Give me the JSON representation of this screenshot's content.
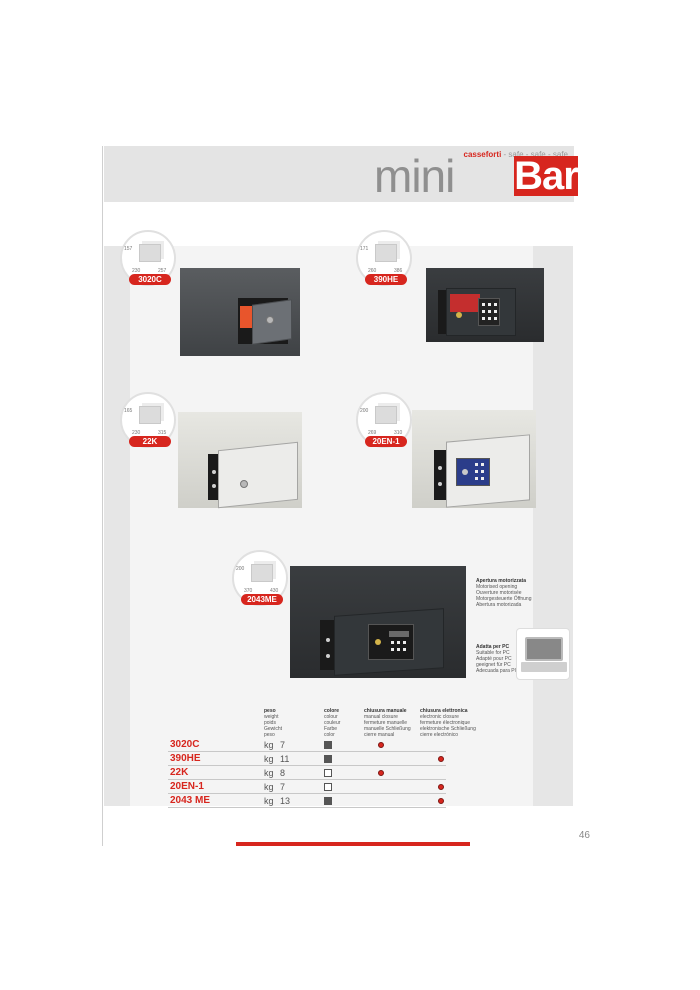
{
  "header": {
    "subtitle_highlight": "casseforti",
    "subtitle_rest": " - safe - safe - safe",
    "brand_light": "mini",
    "brand_bold": "Bar"
  },
  "products": [
    {
      "label": "3020C",
      "h": "157",
      "w1": "230",
      "w2": "257"
    },
    {
      "label": "390HE",
      "h": "171",
      "w1": "260",
      "w2": "386"
    },
    {
      "label": "22K",
      "h": "165",
      "w1": "230",
      "w2": "315"
    },
    {
      "label": "20EN-1",
      "h": "200",
      "w1": "269",
      "w2": "310"
    },
    {
      "label": "2043ME",
      "h": "200",
      "w1": "370",
      "w2": "430"
    }
  ],
  "notes": {
    "motor": {
      "title": "Apertura motorizzata",
      "lines": [
        "Motorised opening",
        "Ouverture motorisée",
        "Motorgesteuerte Öffnung",
        "Abertura motorizada"
      ]
    },
    "pc": {
      "title": "Adatta per PC",
      "lines": [
        "Suitable for PC",
        "Adapté pour PC",
        "geeignet für PC",
        "Adecuada para PC"
      ]
    }
  },
  "table": {
    "headers": {
      "weight": {
        "title": "peso",
        "lines": [
          "weight",
          "poids",
          "Gewicht",
          "peso"
        ]
      },
      "color": {
        "title": "colore",
        "lines": [
          "colour",
          "couleur",
          "Farbe",
          "color"
        ]
      },
      "manual": {
        "title": "chiusura manuale",
        "lines": [
          "manual closure",
          "fermeture manuelle",
          "manuelle Schließung",
          "cierre manual"
        ]
      },
      "electronic": {
        "title": "chiusura elettronica",
        "lines": [
          "electronic closure",
          "fermeture électronique",
          "elektronische Schließung",
          "cierre electrónico"
        ]
      }
    },
    "unit": "kg",
    "rows": [
      {
        "name": "3020C",
        "weight": "7",
        "color": "#555555",
        "manual": true,
        "electronic": false
      },
      {
        "name": "390HE",
        "weight": "11",
        "color": "#555555",
        "manual": false,
        "electronic": true
      },
      {
        "name": "22K",
        "weight": "8",
        "color": "#ffffff",
        "manual": true,
        "electronic": false
      },
      {
        "name": "20EN-1",
        "weight": "7",
        "color": "#ffffff",
        "manual": false,
        "electronic": true
      },
      {
        "name": "2043 ME",
        "weight": "13",
        "color": "#555555",
        "manual": false,
        "electronic": true
      }
    ]
  },
  "page_number": "46",
  "colors": {
    "accent": "#d7261e"
  }
}
